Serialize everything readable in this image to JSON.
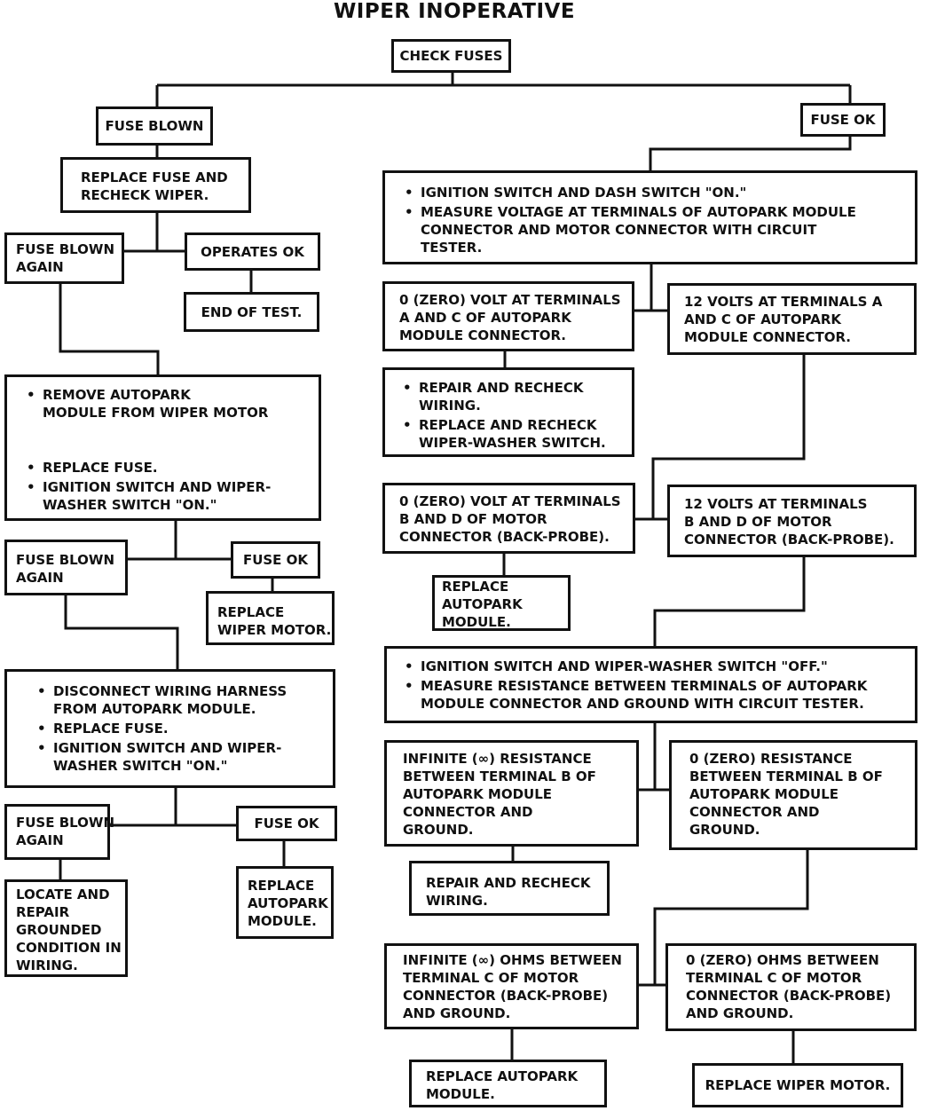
{
  "title": "WIPER INOPERATIVE",
  "check_fuses": "CHECK FUSES",
  "fuse_blown": "FUSE BLOWN",
  "fuse_ok": "FUSE OK",
  "replace_fuse_recheck": [
    "REPLACE FUSE AND",
    "RECHECK WIPER."
  ],
  "fuse_blown_again_1": [
    "FUSE BLOWN",
    "AGAIN"
  ],
  "operates_ok": "OPERATES OK",
  "end_of_test": "END OF TEST.",
  "remove_autopark_steps": [
    [
      "REMOVE AUTOPARK",
      "MODULE FROM WIPER MOTOR"
    ],
    [
      "REPLACE FUSE."
    ],
    [
      "IGNITION SWITCH AND WIPER-",
      "WASHER SWITCH \"ON.\""
    ]
  ],
  "fuse_blown_again_2": [
    "FUSE BLOWN",
    "AGAIN"
  ],
  "fuse_ok_2": "FUSE OK",
  "replace_wiper_motor_1": [
    "REPLACE",
    "WIPER MOTOR."
  ],
  "disconnect_steps": [
    [
      "DISCONNECT WIRING HARNESS",
      "FROM AUTOPARK MODULE."
    ],
    [
      "REPLACE FUSE."
    ],
    [
      "IGNITION SWITCH AND WIPER-",
      "WASHER SWITCH \"ON.\""
    ]
  ],
  "fuse_blown_again_3": [
    "FUSE BLOWN",
    "AGAIN"
  ],
  "fuse_ok_3": "FUSE OK",
  "locate_repair": [
    "LOCATE AND",
    "REPAIR",
    "GROUNDED",
    "CONDITION IN",
    "WIRING."
  ],
  "replace_autopark_1": [
    "REPLACE",
    "AUTOPARK",
    "MODULE."
  ],
  "measure_voltage_steps": [
    [
      "IGNITION SWITCH AND DASH SWITCH \"ON.\""
    ],
    [
      "MEASURE VOLTAGE AT TERMINALS OF AUTOPARK MODULE",
      "CONNECTOR AND MOTOR CONNECTOR WITH CIRCUIT",
      "TESTER."
    ]
  ],
  "zero_volt_ac": [
    "0 (ZERO) VOLT AT TERMINALS",
    "A AND C OF AUTOPARK",
    "MODULE CONNECTOR."
  ],
  "twelve_volts_ac": [
    "12 VOLTS AT TERMINALS A",
    "AND C OF AUTOPARK",
    "MODULE CONNECTOR."
  ],
  "repair_recheck_steps": [
    [
      "REPAIR AND RECHECK",
      "WIRING."
    ],
    [
      "REPLACE AND RECHECK",
      "WIPER-WASHER SWITCH."
    ]
  ],
  "zero_volt_bd": [
    "0 (ZERO) VOLT AT TERMINALS",
    "B AND D OF MOTOR",
    "CONNECTOR (BACK-PROBE)."
  ],
  "twelve_volts_bd": [
    "12 VOLTS AT TERMINALS",
    "B AND D OF MOTOR",
    "CONNECTOR (BACK-PROBE)."
  ],
  "replace_autopark_2": [
    "REPLACE",
    "AUTOPARK",
    "MODULE."
  ],
  "measure_resistance_steps": [
    [
      "IGNITION SWITCH AND WIPER-WASHER SWITCH \"OFF.\""
    ],
    [
      "MEASURE RESISTANCE BETWEEN TERMINALS OF AUTOPARK",
      "MODULE CONNECTOR AND GROUND WITH CIRCUIT TESTER."
    ]
  ],
  "infinite_resistance_b": [
    "INFINITE (∞) RESISTANCE",
    "BETWEEN TERMINAL B OF",
    "AUTOPARK MODULE",
    "CONNECTOR AND",
    "GROUND."
  ],
  "zero_resistance_b": [
    "0 (ZERO) RESISTANCE",
    "BETWEEN TERMINAL B OF",
    "AUTOPARK MODULE",
    "CONNECTOR AND",
    "GROUND."
  ],
  "repair_recheck_wiring": [
    "REPAIR AND RECHECK",
    "WIRING."
  ],
  "infinite_ohms_c": [
    "INFINITE (∞) OHMS BETWEEN",
    "TERMINAL C OF MOTOR",
    "CONNECTOR (BACK-PROBE)",
    "AND GROUND."
  ],
  "zero_ohms_c": [
    "0 (ZERO) OHMS BETWEEN",
    "TERMINAL C OF MOTOR",
    "CONNECTOR (BACK-PROBE)",
    "AND GROUND."
  ],
  "replace_autopark_3": [
    "REPLACE AUTOPARK",
    "MODULE."
  ],
  "replace_wiper_motor_2": "REPLACE WIPER MOTOR."
}
